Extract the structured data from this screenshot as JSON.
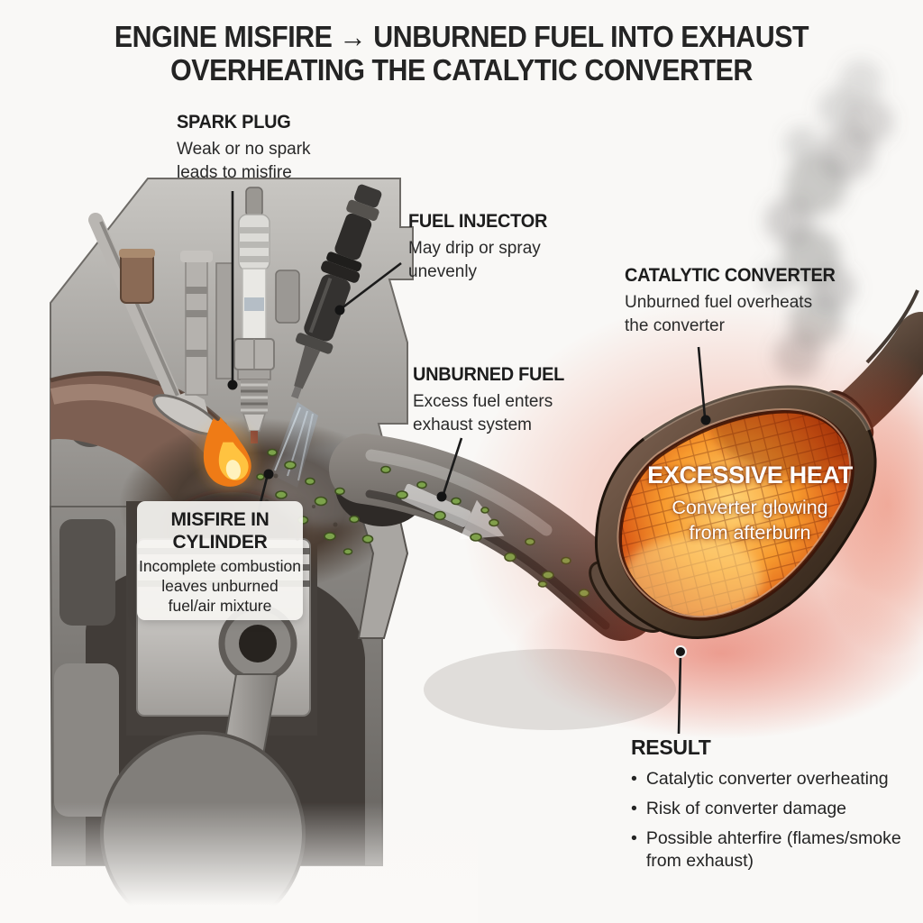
{
  "title": {
    "line1": "ENGINE MISFIRE → UNBURNED FUEL INTO EXHAUST",
    "line2": "OVERHEATING THE CATALYTIC CONVERTER"
  },
  "labels": {
    "spark_plug": {
      "heading": "SPARK PLUG",
      "lines": [
        "Weak or no spark",
        "leads to misfire"
      ]
    },
    "fuel_injector": {
      "heading": "FUEL INJECTOR",
      "lines": [
        "May drip or spray",
        "unevenly"
      ]
    },
    "catalytic_converter": {
      "heading": "CATALYTIC CONVERTER",
      "lines": [
        "Unburned fuel overheats",
        "the converter"
      ]
    },
    "unburned_fuel": {
      "heading": "UNBURNED FUEL",
      "lines": [
        "Excess fuel enters",
        "exhaust system"
      ]
    }
  },
  "misfire_box": {
    "heading_lines": [
      "MISFIRE IN",
      "CYLINDER"
    ],
    "body_lines": [
      "Incomplete combustion",
      "leaves unburned",
      "fuel/air mixture"
    ]
  },
  "excessive_heat": {
    "heading": "EXCESSIVE HEAT",
    "lines": [
      "Converter glowing",
      "from afterburn"
    ]
  },
  "result": {
    "heading": "RESULT",
    "bullet_char": "•",
    "bullets": [
      "Catalytic converter overheating",
      "Risk of converter damage",
      "Possible ahterfire (flames/smoke from exhaust)"
    ]
  },
  "colors": {
    "background": "#f9f8f6",
    "text_primary": "#1d1d1d",
    "converter_glow_core": "#ffd678",
    "converter_glow_mid": "#f08a28",
    "converter_glow_deep": "#7f1c04",
    "converter_shell": "#4a362b",
    "heat_aura": "#e14a2d",
    "fuel_droplet": "#7ca24b",
    "flame_orange": "#ef7b16",
    "flame_yellow": "#ffc340",
    "pipe_metal": "#55504b",
    "engine_metal": "#a9a6a2",
    "smoke": "#6f6e6c",
    "label_box_bg": "#f6f5f2"
  }
}
